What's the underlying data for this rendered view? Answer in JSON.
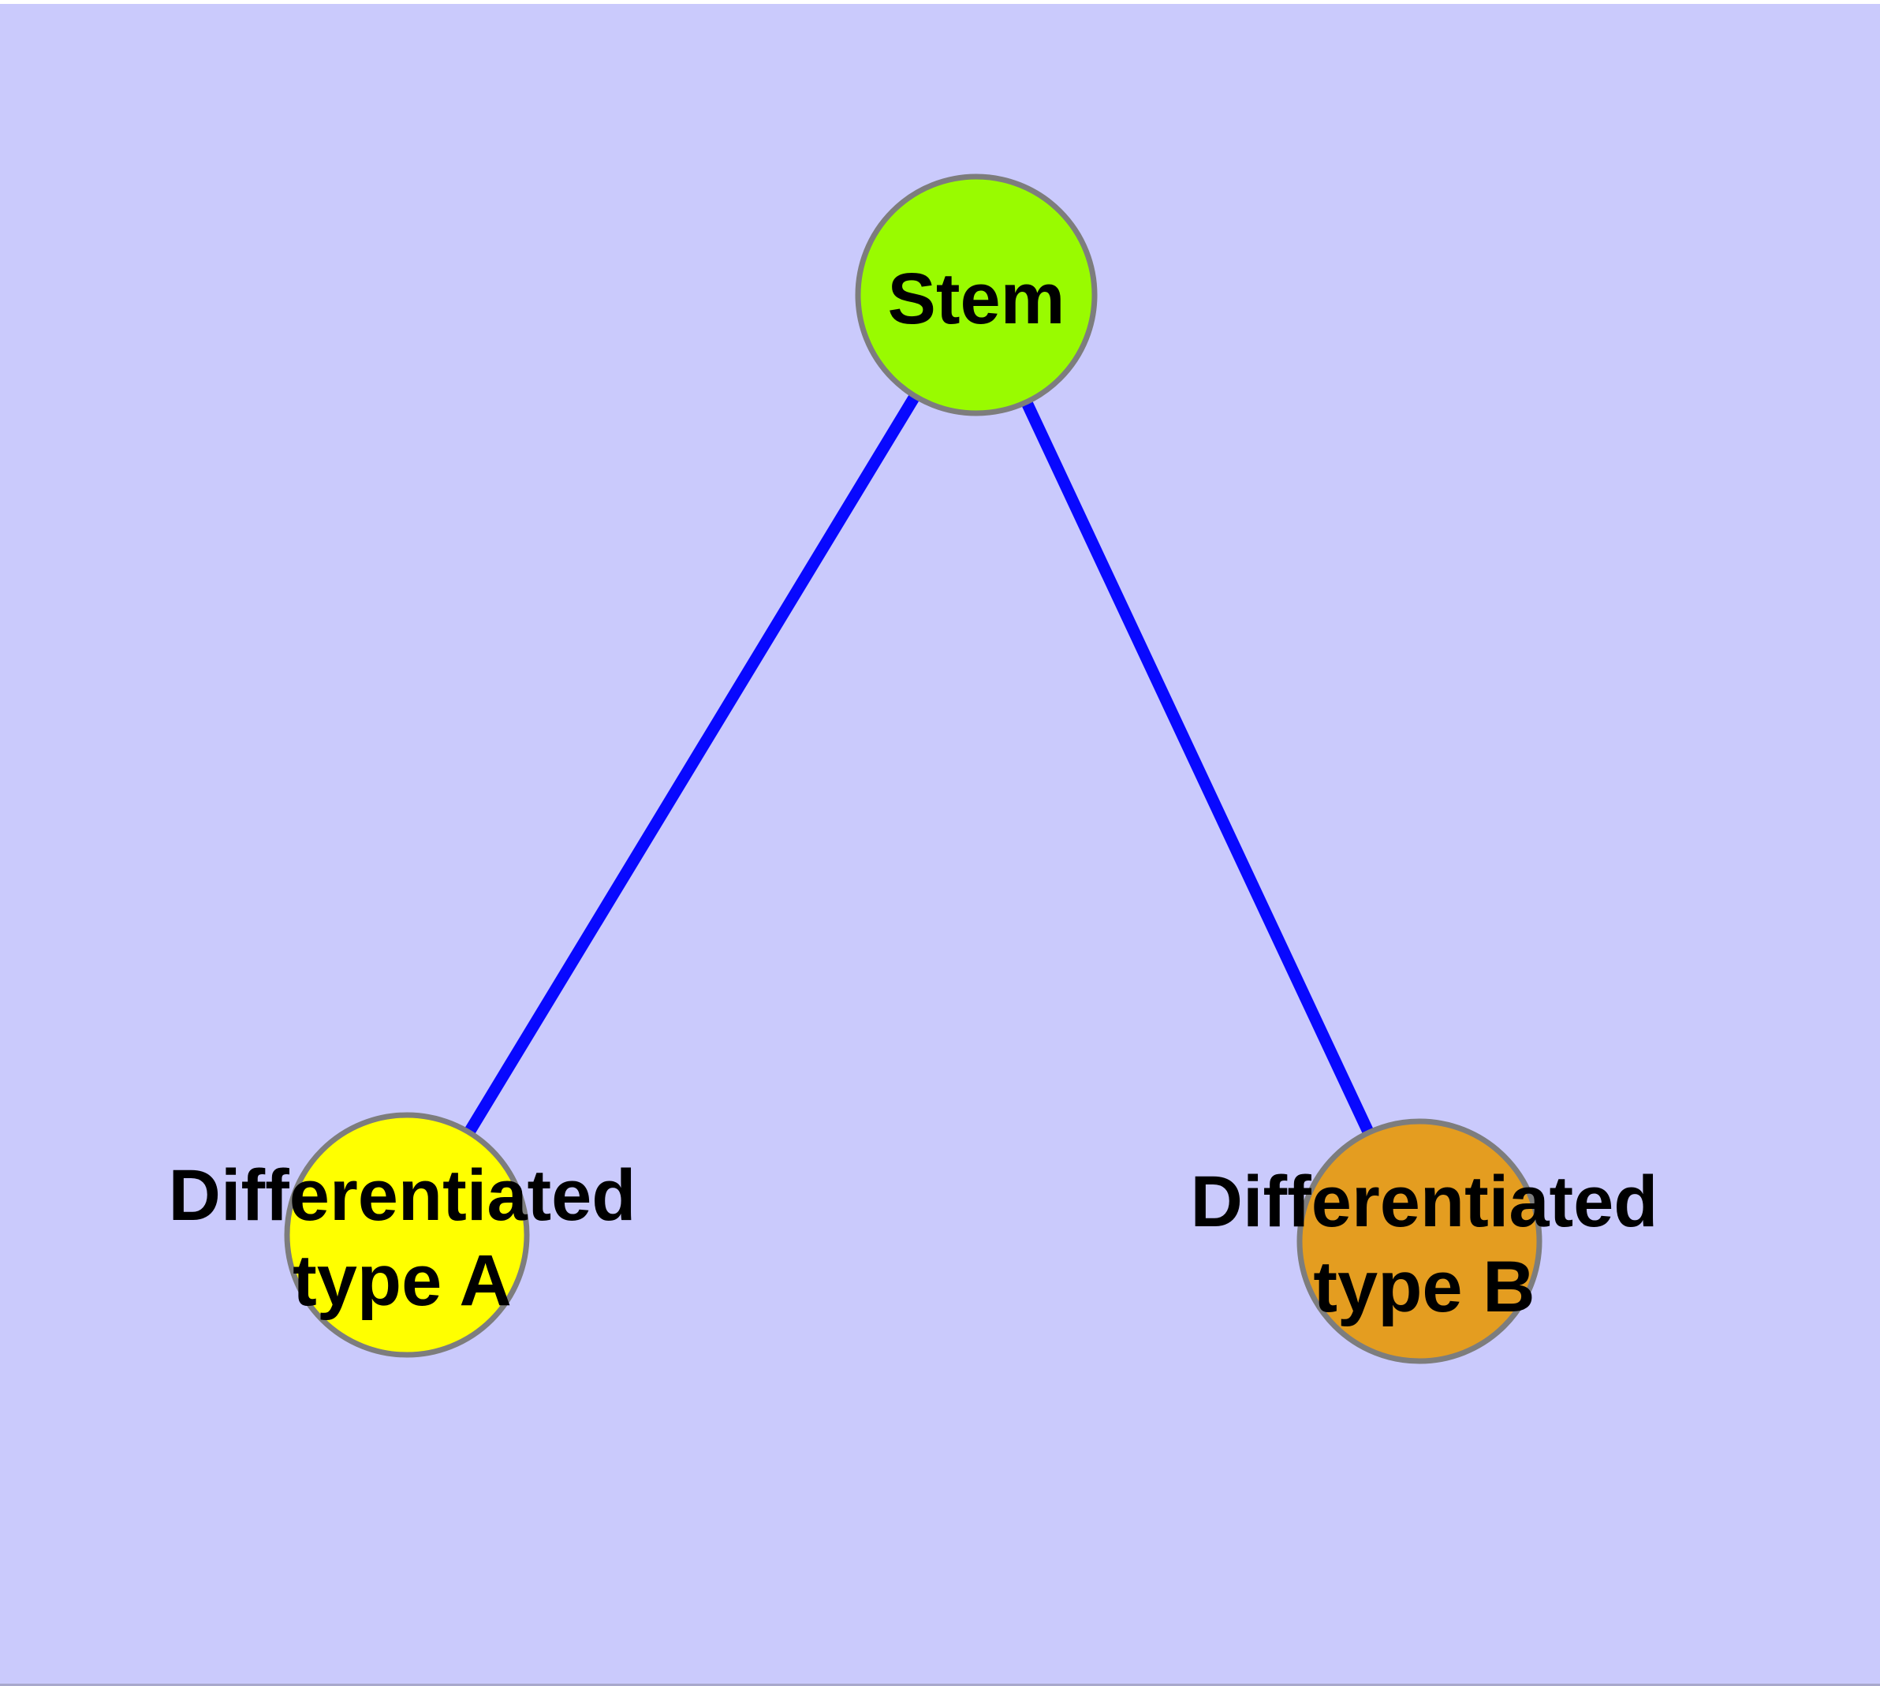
{
  "diagram": {
    "background_color": "#cacafc",
    "top_margin_color": "#ffffff",
    "bottom_edge_color": "#a8a8cc",
    "edge_color": "#0808ff",
    "node_border_color": "#7d7d7d",
    "text_color": "#000000",
    "nodes": [
      {
        "id": "stem",
        "label": "Stem",
        "fill": "#99fb00"
      },
      {
        "id": "differentiated-type-a",
        "label_line1": "Differentiated",
        "label_line2": "type A",
        "fill": "#ffff00"
      },
      {
        "id": "differentiated-type-b",
        "label_line1": "Differentiated",
        "label_line2": "type B",
        "fill": "#e49d20"
      }
    ],
    "edges": [
      {
        "from": "Stem",
        "to": "Differentiated type A"
      },
      {
        "from": "Stem",
        "to": "Differentiated type B"
      }
    ]
  }
}
